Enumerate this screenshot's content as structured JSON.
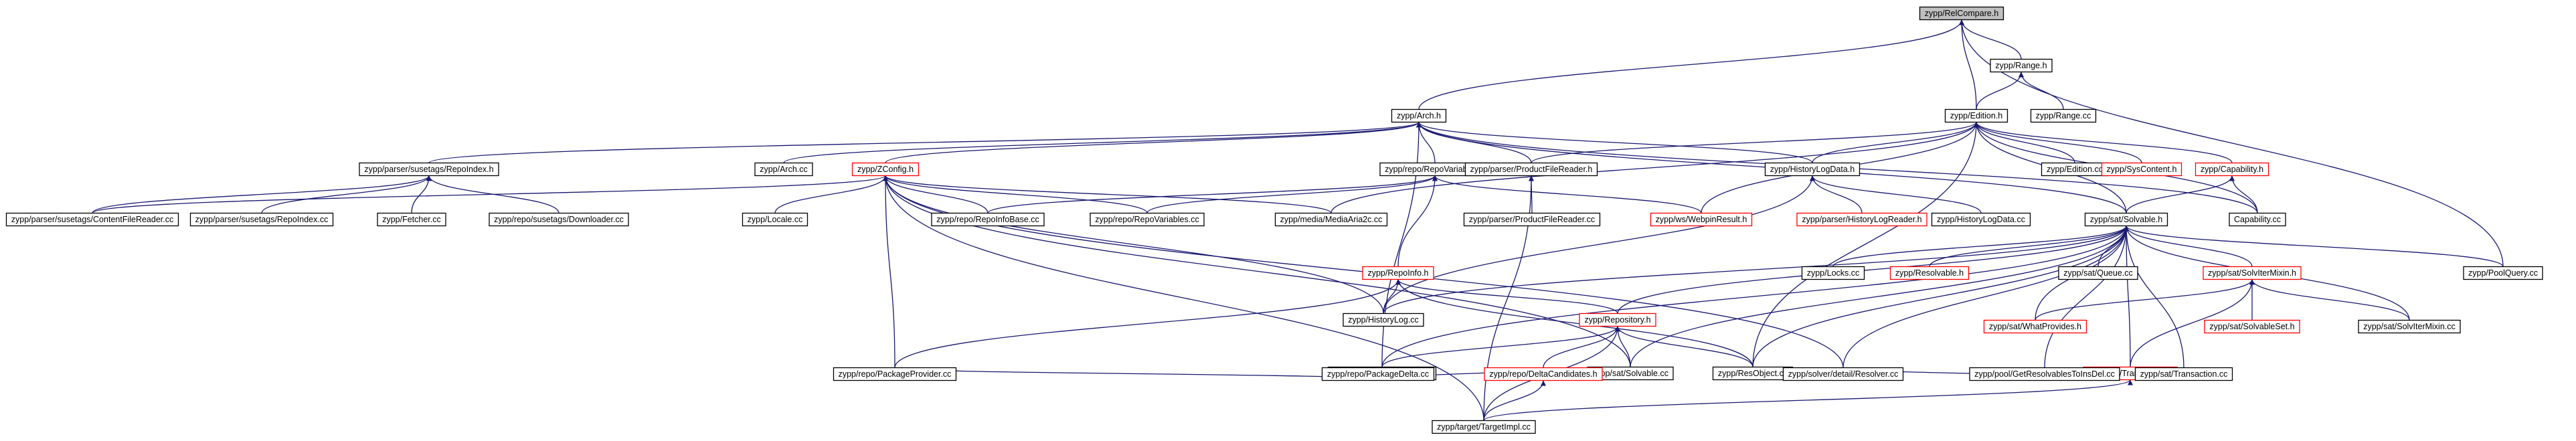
{
  "graph": {
    "colors": {
      "root_fill": "#bfbfbf",
      "node_fill": "#ffffff",
      "border_black": "#000000",
      "border_red": "#ff0000",
      "edge": "#191970",
      "text": "#000000"
    },
    "nodes": [
      {
        "id": "relcompare",
        "label": "zypp/RelCompare.h",
        "border": "black",
        "root": true
      },
      {
        "id": "range_h",
        "label": "zypp/Range.h",
        "border": "black"
      },
      {
        "id": "arch_h",
        "label": "zypp/Arch.h",
        "border": "black"
      },
      {
        "id": "edition_h",
        "label": "zypp/Edition.h",
        "border": "black"
      },
      {
        "id": "range_cc",
        "label": "zypp/Range.cc",
        "border": "black"
      },
      {
        "id": "repoindex_h",
        "label": "zypp/parser/susetags/RepoIndex.h",
        "border": "black"
      },
      {
        "id": "arch_cc",
        "label": "zypp/Arch.cc",
        "border": "black"
      },
      {
        "id": "zconfig_h",
        "label": "zypp/ZConfig.h",
        "border": "red"
      },
      {
        "id": "repovariables_h",
        "label": "zypp/repo/RepoVariables.h",
        "border": "black"
      },
      {
        "id": "productfilereader_h",
        "label": "zypp/parser/ProductFileReader.h",
        "border": "black"
      },
      {
        "id": "historylogdata_h",
        "label": "zypp/HistoryLogData.h",
        "border": "black"
      },
      {
        "id": "edition_cc",
        "label": "zypp/Edition.cc",
        "border": "black"
      },
      {
        "id": "syscontent_h",
        "label": "zypp/SysContent.h",
        "border": "red"
      },
      {
        "id": "capability_h",
        "label": "zypp/Capability.h",
        "border": "red"
      },
      {
        "id": "contentfilereader_cc",
        "label": "zypp/parser/susetags/ContentFileReader.cc",
        "border": "black"
      },
      {
        "id": "repoindex_cc",
        "label": "zypp/parser/susetags/RepoIndex.cc",
        "border": "black"
      },
      {
        "id": "fetcher_cc",
        "label": "zypp/Fetcher.cc",
        "border": "black"
      },
      {
        "id": "downloader_cc",
        "label": "zypp/repo/susetags/Downloader.cc",
        "border": "black"
      },
      {
        "id": "locale_cc",
        "label": "zypp/Locale.cc",
        "border": "black"
      },
      {
        "id": "repoinfobase_cc",
        "label": "zypp/repo/RepoInfoBase.cc",
        "border": "black"
      },
      {
        "id": "repovariables_cc",
        "label": "zypp/repo/RepoVariables.cc",
        "border": "black"
      },
      {
        "id": "mediaaria2c_cc",
        "label": "zypp/media/MediaAria2c.cc",
        "border": "black"
      },
      {
        "id": "productfilereader_cc",
        "label": "zypp/parser/ProductFileReader.cc",
        "border": "black"
      },
      {
        "id": "webpinresult_h",
        "label": "zypp/ws/WebpinResult.h",
        "border": "red"
      },
      {
        "id": "historylogreader_h",
        "label": "zypp/parser/HistoryLogReader.h",
        "border": "red"
      },
      {
        "id": "historylogdata_cc",
        "label": "zypp/HistoryLogData.cc",
        "border": "black"
      },
      {
        "id": "solvable_h",
        "label": "zypp/sat/Solvable.h",
        "border": "black"
      },
      {
        "id": "capability_cc",
        "label": "Capability.cc",
        "border": "black"
      },
      {
        "id": "repoinfo_h",
        "label": "zypp/RepoInfo.h",
        "border": "red"
      },
      {
        "id": "historylog_cc",
        "label": "zypp/HistoryLog.cc",
        "border": "black"
      },
      {
        "id": "repository_h",
        "label": "zypp/Repository.h",
        "border": "red"
      },
      {
        "id": "locks_cc",
        "label": "zypp/Locks.cc",
        "border": "black"
      },
      {
        "id": "resolvable_h",
        "label": "zypp/Resolvable.h",
        "border": "red"
      },
      {
        "id": "queue_cc",
        "label": "zypp/sat/Queue.cc",
        "border": "black"
      },
      {
        "id": "solvitermixin_h",
        "label": "zypp/sat/SolvIterMixin.h",
        "border": "red"
      },
      {
        "id": "poolquery_cc",
        "label": "zypp/PoolQuery.cc",
        "border": "black"
      },
      {
        "id": "whatprovides_h",
        "label": "zypp/sat/WhatProvides.h",
        "border": "red"
      },
      {
        "id": "solvableset_h",
        "label": "zypp/sat/SolvableSet.h",
        "border": "red"
      },
      {
        "id": "solvitermixin_cc",
        "label": "zypp/sat/SolvIterMixin.cc",
        "border": "black"
      },
      {
        "id": "transaction_h",
        "label": "zypp/sat/Transaction.h",
        "border": "red"
      },
      {
        "id": "packagedelta_h",
        "label": "zypp/repo/PackageDelta.h",
        "border": "black"
      },
      {
        "id": "solvable_cc",
        "label": "zypp/sat/Solvable.cc",
        "border": "black"
      },
      {
        "id": "resobject_cc",
        "label": "zypp/ResObject.cc",
        "border": "black"
      },
      {
        "id": "packageprovider_cc",
        "label": "zypp/repo/PackageProvider.cc",
        "border": "black"
      },
      {
        "id": "packagedelta_cc",
        "label": "zypp/repo/PackageDelta.cc",
        "border": "black"
      },
      {
        "id": "deltacandidates_h",
        "label": "zypp/repo/DeltaCandidates.h",
        "border": "red"
      },
      {
        "id": "resolver_cc",
        "label": "zypp/solver/detail/Resolver.cc",
        "border": "black"
      },
      {
        "id": "getresolvables_cc",
        "label": "zypp/pool/GetResolvablesToInsDel.cc",
        "border": "black"
      },
      {
        "id": "transaction_cc",
        "label": "zypp/sat/Transaction.cc",
        "border": "black"
      },
      {
        "id": "targetimpl_cc",
        "label": "zypp/target/TargetImpl.cc",
        "border": "black"
      }
    ],
    "edges": [
      [
        "range_h",
        "relcompare"
      ],
      [
        "arch_h",
        "relcompare"
      ],
      [
        "edition_h",
        "relcompare"
      ],
      [
        "poolquery_cc",
        "relcompare"
      ],
      [
        "edition_h",
        "range_h"
      ],
      [
        "range_cc",
        "range_h"
      ],
      [
        "repoindex_h",
        "arch_h"
      ],
      [
        "arch_cc",
        "arch_h"
      ],
      [
        "zconfig_h",
        "arch_h"
      ],
      [
        "repovariables_h",
        "arch_h"
      ],
      [
        "productfilereader_h",
        "arch_h"
      ],
      [
        "historylogdata_h",
        "arch_h"
      ],
      [
        "capability_cc",
        "arch_h"
      ],
      [
        "solvable_h",
        "arch_h"
      ],
      [
        "packagedelta_h",
        "arch_h"
      ],
      [
        "edition_cc",
        "edition_h"
      ],
      [
        "syscontent_h",
        "edition_h"
      ],
      [
        "capability_h",
        "edition_h"
      ],
      [
        "solvable_h",
        "edition_h"
      ],
      [
        "productfilereader_h",
        "edition_h"
      ],
      [
        "historylogdata_h",
        "edition_h"
      ],
      [
        "mediaaria2c_cc",
        "edition_h"
      ],
      [
        "webpinresult_h",
        "edition_h"
      ],
      [
        "capability_cc",
        "edition_h"
      ],
      [
        "resobject_cc",
        "edition_h"
      ],
      [
        "contentfilereader_cc",
        "repoindex_h"
      ],
      [
        "repoindex_cc",
        "repoindex_h"
      ],
      [
        "fetcher_cc",
        "repoindex_h"
      ],
      [
        "downloader_cc",
        "repoindex_h"
      ],
      [
        "contentfilereader_cc",
        "zconfig_h"
      ],
      [
        "locale_cc",
        "zconfig_h"
      ],
      [
        "repoinfobase_cc",
        "zconfig_h"
      ],
      [
        "repovariables_cc",
        "zconfig_h"
      ],
      [
        "mediaaria2c_cc",
        "zconfig_h"
      ],
      [
        "historylog_cc",
        "zconfig_h"
      ],
      [
        "solvable_cc",
        "zconfig_h"
      ],
      [
        "resolver_cc",
        "zconfig_h"
      ],
      [
        "packageprovider_cc",
        "zconfig_h"
      ],
      [
        "targetimpl_cc",
        "zconfig_h"
      ],
      [
        "repoinfobase_cc",
        "repovariables_h"
      ],
      [
        "repovariables_cc",
        "repovariables_h"
      ],
      [
        "repoinfo_h",
        "repovariables_h"
      ],
      [
        "webpinresult_h",
        "repovariables_h"
      ],
      [
        "productfilereader_cc",
        "productfilereader_h"
      ],
      [
        "targetimpl_cc",
        "productfilereader_h"
      ],
      [
        "historylogreader_h",
        "historylogdata_h"
      ],
      [
        "historylogdata_cc",
        "historylogdata_h"
      ],
      [
        "historylog_cc",
        "historylogdata_h"
      ],
      [
        "solvable_h",
        "capability_h"
      ],
      [
        "capability_cc",
        "capability_h"
      ],
      [
        "historylog_cc",
        "repoinfo_h"
      ],
      [
        "repository_h",
        "repoinfo_h"
      ],
      [
        "resobject_cc",
        "repoinfo_h"
      ],
      [
        "packageprovider_cc",
        "repoinfo_h"
      ],
      [
        "historylog_cc",
        "solvable_h"
      ],
      [
        "locks_cc",
        "solvable_h"
      ],
      [
        "resolvable_h",
        "solvable_h"
      ],
      [
        "queue_cc",
        "solvable_h"
      ],
      [
        "solvitermixin_h",
        "solvable_h"
      ],
      [
        "poolquery_cc",
        "solvable_h"
      ],
      [
        "whatprovides_h",
        "solvable_h"
      ],
      [
        "solvitermixin_cc",
        "solvable_h"
      ],
      [
        "transaction_h",
        "solvable_h"
      ],
      [
        "repository_h",
        "solvable_h"
      ],
      [
        "solvable_cc",
        "solvable_h"
      ],
      [
        "resobject_cc",
        "solvable_h"
      ],
      [
        "resolver_cc",
        "solvable_h"
      ],
      [
        "getresolvables_cc",
        "solvable_h"
      ],
      [
        "transaction_cc",
        "solvable_h"
      ],
      [
        "packagedelta_h",
        "solvable_h"
      ],
      [
        "whatprovides_h",
        "solvitermixin_h"
      ],
      [
        "solvableset_h",
        "solvitermixin_h"
      ],
      [
        "solvitermixin_cc",
        "solvitermixin_h"
      ],
      [
        "transaction_h",
        "solvitermixin_h"
      ],
      [
        "resolver_cc",
        "transaction_h"
      ],
      [
        "getresolvables_cc",
        "transaction_h"
      ],
      [
        "transaction_cc",
        "transaction_h"
      ],
      [
        "targetimpl_cc",
        "transaction_h"
      ],
      [
        "packagedelta_h",
        "repository_h"
      ],
      [
        "solvable_cc",
        "repository_h"
      ],
      [
        "resobject_cc",
        "repository_h"
      ],
      [
        "deltacandidates_h",
        "repository_h"
      ],
      [
        "targetimpl_cc",
        "repository_h"
      ],
      [
        "packageprovider_cc",
        "packagedelta_h"
      ],
      [
        "packagedelta_cc",
        "packagedelta_h"
      ],
      [
        "deltacandidates_h",
        "packagedelta_h"
      ],
      [
        "targetimpl_cc",
        "deltacandidates_h"
      ]
    ]
  }
}
